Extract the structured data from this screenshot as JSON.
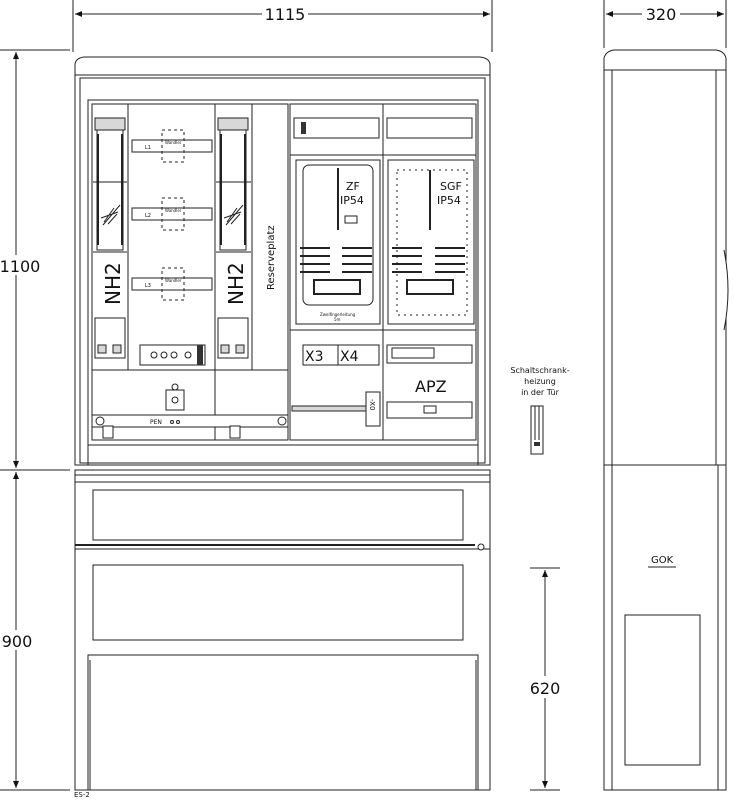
{
  "dimensions": {
    "width_front": "1115",
    "depth_side": "320",
    "height_upper": "1100",
    "height_lower": "900",
    "height_ground": "620"
  },
  "labels": {
    "fuse_left": "NH2",
    "fuse_right": "NH2",
    "reserve": "Reserveplatz",
    "meter_zf": "ZF",
    "meter_zf_ip": "IP54",
    "meter_sgf": "SGF",
    "meter_sgf_ip": "IP54",
    "terminal_x3": "X3",
    "terminal_x4": "X4",
    "terminal_x0": "-X0",
    "apz": "APZ",
    "pen": "PEN",
    "wandler_1": "Wandler",
    "wandler_2": "Wandler",
    "wandler_3": "Wandler",
    "phase_1": "L1",
    "phase_2": "L2",
    "phase_3": "L3",
    "meter_note": "Zweifingerleitung",
    "meter_note_sub": "5m",
    "heater_line1": "Schaltschrank-",
    "heater_line2": "heizung",
    "heater_line3": "in der Tür",
    "gok": "GOK",
    "drawing_id": "ES-2"
  }
}
